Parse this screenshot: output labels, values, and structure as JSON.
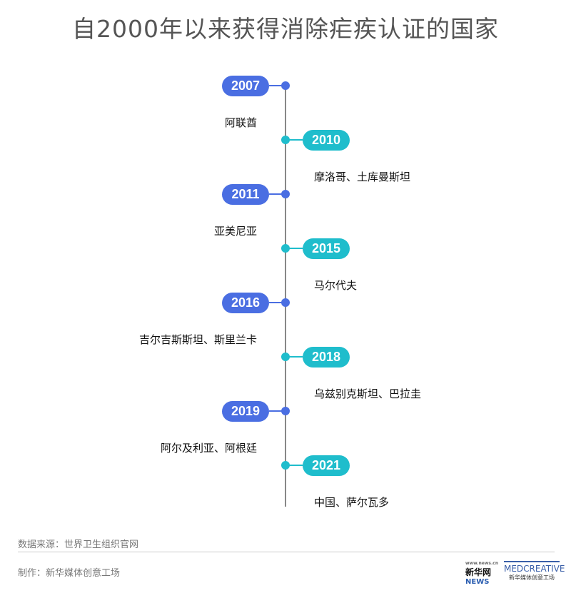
{
  "title": "自2000年以来获得消除疟疾认证的国家",
  "colors": {
    "left": "#4a6ee2",
    "right": "#1fbdcc",
    "line": "#888888"
  },
  "events": [
    {
      "year": "2007",
      "countries": "阿联酋",
      "side": "left"
    },
    {
      "year": "2010",
      "countries": "摩洛哥、土库曼斯坦",
      "side": "right"
    },
    {
      "year": "2011",
      "countries": "亚美尼亚",
      "side": "left"
    },
    {
      "year": "2015",
      "countries": "马尔代夫",
      "side": "right"
    },
    {
      "year": "2016",
      "countries": "吉尔吉斯斯坦、斯里兰卡",
      "side": "left"
    },
    {
      "year": "2018",
      "countries": "乌兹别克斯坦、巴拉圭",
      "side": "right"
    },
    {
      "year": "2019",
      "countries": "阿尔及利亚、阿根廷",
      "side": "left"
    },
    {
      "year": "2021",
      "countries": "中国、萨尔瓦多",
      "side": "right"
    }
  ],
  "footer": {
    "source": "数据来源：世界卫生组织官网",
    "credit": "制作：新华媒体创意工场"
  },
  "logos": {
    "xinhua_url": "www.news.cn",
    "xinhua_name": "新华网",
    "xinhua_news": "NEWS",
    "creative_name": "MEDCREATIVE",
    "creative_cn": "新华媒体创意工场"
  }
}
